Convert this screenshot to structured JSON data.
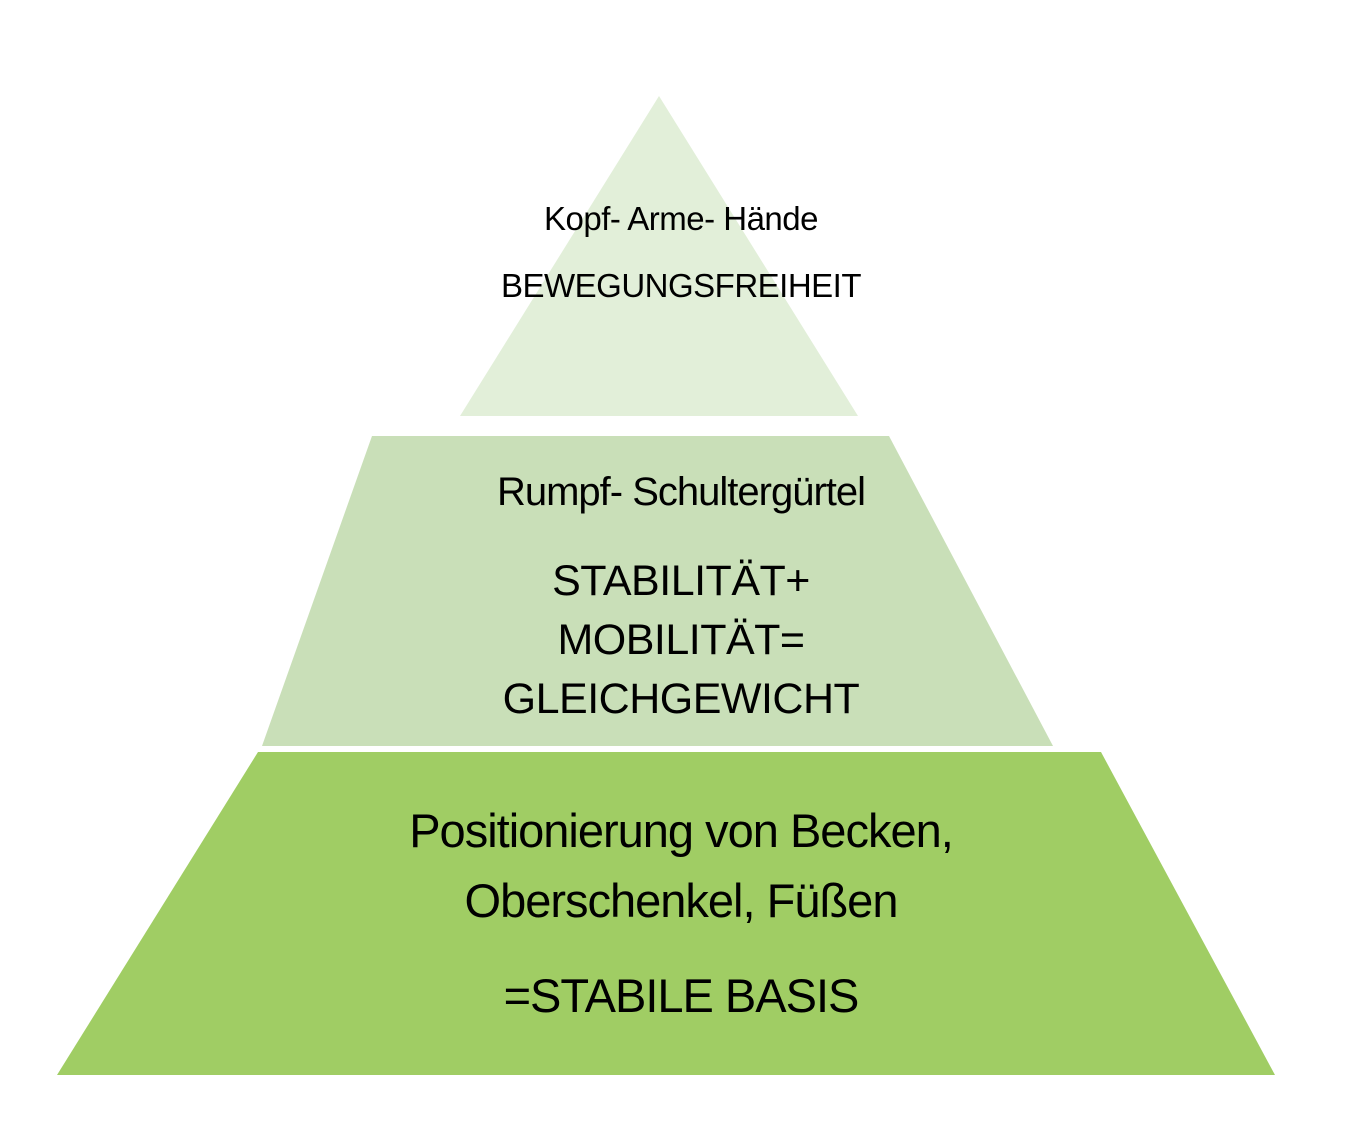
{
  "diagram": {
    "type": "pyramid",
    "layers": [
      {
        "id": "top",
        "title": "Kopf- Arme- Hände",
        "subtitle": "BEWEGUNGSFREIHEIT",
        "color": "#e2efd9"
      },
      {
        "id": "middle",
        "title": "Rumpf- Schultergürtel",
        "lines": [
          "STABILITÄT+",
          "MOBILITÄT=",
          "GLEICHGEWICHT"
        ],
        "color": "#c9dfb8"
      },
      {
        "id": "bottom",
        "lines": [
          "Positionierung von Becken,",
          "Oberschenkel, Füßen"
        ],
        "subtitle": "=STABILE BASIS",
        "color": "#a0cd64"
      }
    ]
  }
}
